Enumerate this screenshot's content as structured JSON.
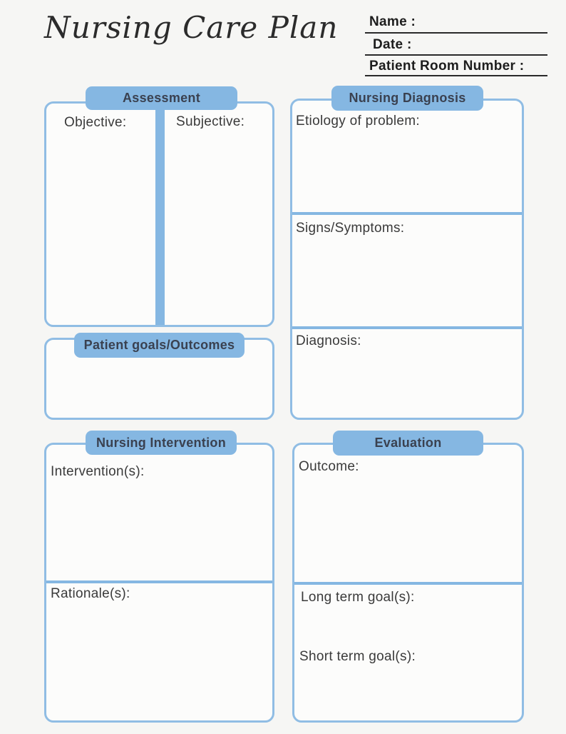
{
  "title": "Nursing Care Plan",
  "colors": {
    "page_bg": "#f6f6f4",
    "box_bg": "#fcfcfb",
    "pill_blue": "#85b7e2",
    "border_blue": "#90bde4",
    "pill_text": "#3a4150",
    "label_text": "#3a3a3a",
    "header_text": "#1d1d1d",
    "line_color": "#2a2a2a",
    "title_color": "#2b2b2b"
  },
  "header_fields": {
    "name_label": "Name :",
    "date_label": "Date :",
    "room_label": "Patient Room Number :"
  },
  "sections": {
    "assessment": {
      "title": "Assessment",
      "objective_label": "Objective:",
      "subjective_label": "Subjective:"
    },
    "patient_goals": {
      "title": "Patient goals/Outcomes"
    },
    "nursing_intervention": {
      "title": "Nursing Intervention",
      "interventions_label": "Intervention(s):",
      "rationale_label": "Rationale(s):"
    },
    "nursing_diagnosis": {
      "title": "Nursing Diagnosis",
      "etiology_label": "Etiology of problem:",
      "signs_label": "Signs/Symptoms:",
      "diagnosis_label": "Diagnosis:"
    },
    "evaluation": {
      "title": "Evaluation",
      "outcome_label": "Outcome:",
      "long_term_label": "Long term goal(s):",
      "short_term_label": "Short term goal(s):"
    }
  }
}
